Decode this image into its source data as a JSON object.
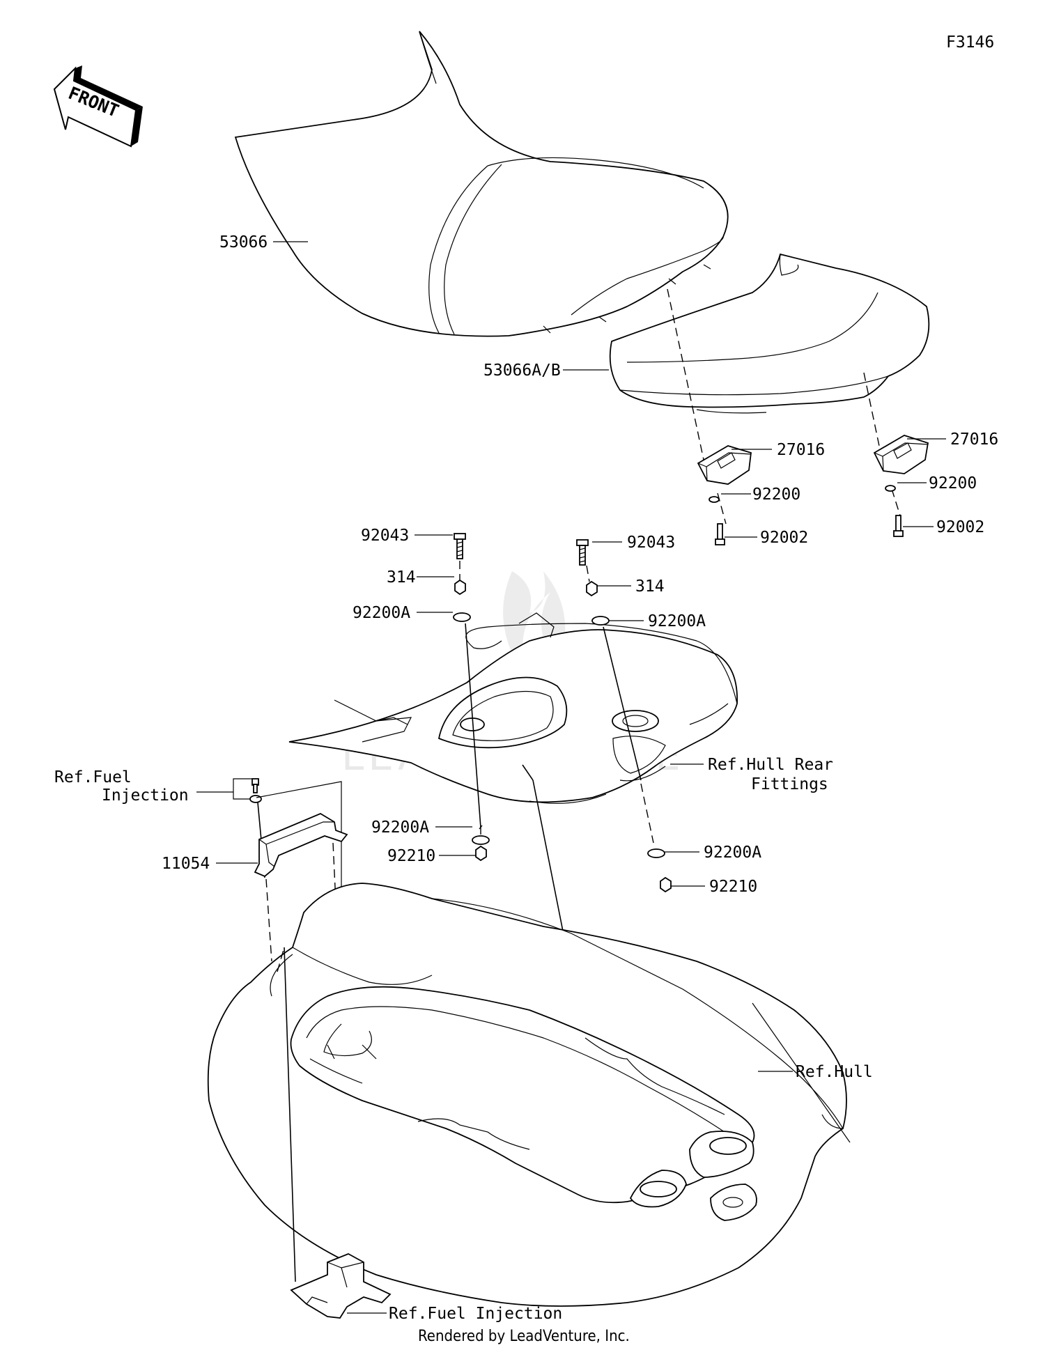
{
  "figure_id": "F3146",
  "front_label": "FRONT",
  "watermark": "LEADVENTURE",
  "footer": "Rendered by LeadVenture, Inc.",
  "callouts": {
    "seat": "53066",
    "rear_seat": "53066A/B",
    "stopper_left": "27016",
    "stopper_right": "27016",
    "washer_left": "92200",
    "washer_right": "92200",
    "bolt_left": "92002",
    "bolt_right": "92002",
    "stud_left": "92043",
    "stud_right": "92043",
    "nut_left": "314",
    "nut_right": "314",
    "washer_a_left_top": "92200A",
    "washer_a_right_top": "92200A",
    "washer_a_left_bottom": "92200A",
    "washer_a_right_bottom": "92200A",
    "nut_left_bottom": "92210",
    "nut_right_bottom": "92210",
    "bracket": "11054",
    "ref_fuel_line1": "Ref.Fuel",
    "ref_fuel_line2": "Injection",
    "ref_hull_rear_line1": "Ref.Hull Rear",
    "ref_hull_rear_line2": "Fittings",
    "ref_hull": "Ref.Hull",
    "ref_fuel_bottom": "Ref.Fuel Injection"
  }
}
